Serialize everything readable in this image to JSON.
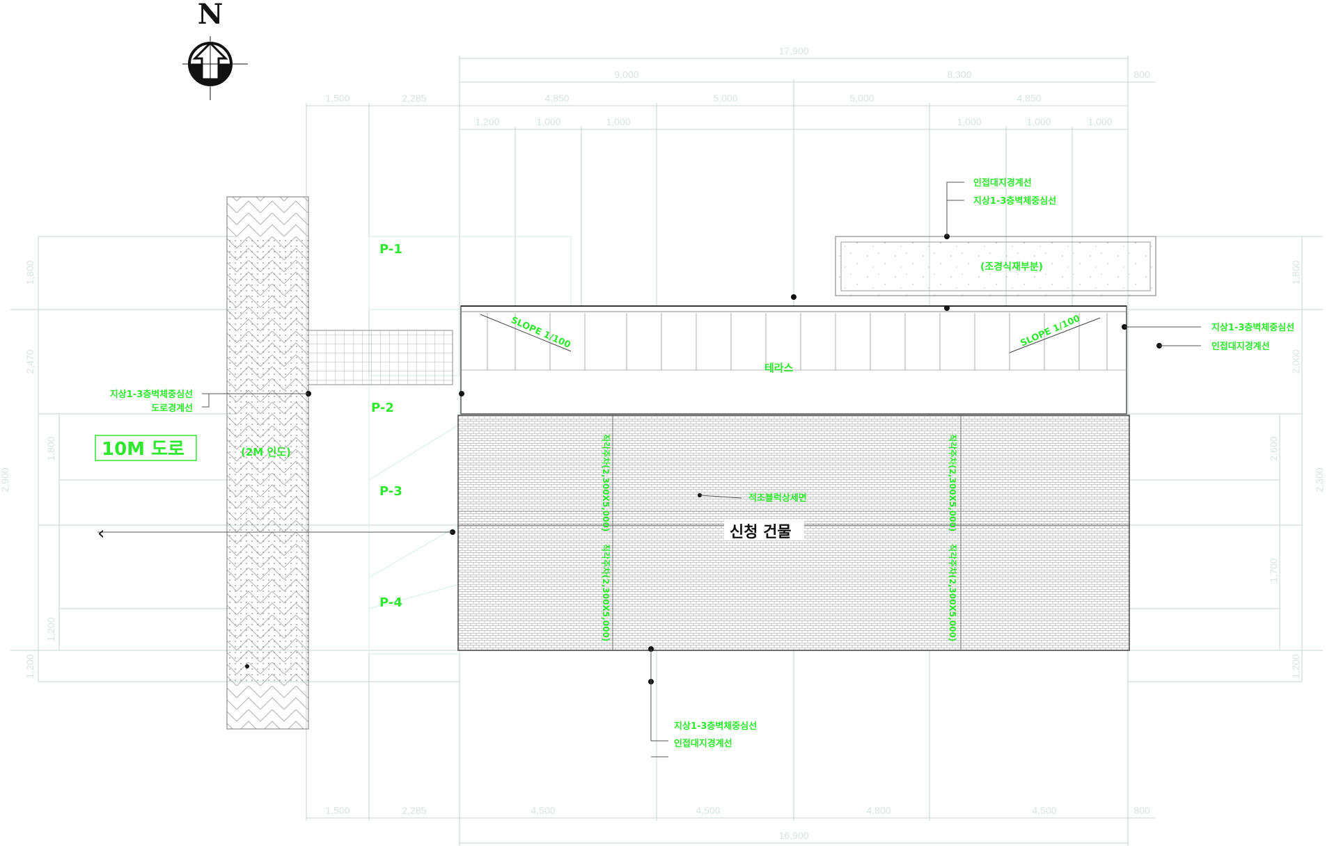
{
  "drawing": {
    "north_letter": "N",
    "building_label": "신청 건물",
    "terrace_label": "테라스",
    "road_label": "10M 도로",
    "sidewalk_label": "(2M 인도)",
    "planting_label": "(조경식재부분)",
    "floor_finish_label": "적조블럭상세면",
    "slope_left": "SLOPE 1/100",
    "slope_right": "SLOPE 1/100",
    "parking": [
      "P-1",
      "P-2",
      "P-3",
      "P-4"
    ],
    "vertical_label": "직각주차(2,300X5,000)",
    "left_back_arrow": "‹",
    "annotations": {
      "top_right_line1": "인접대지경계선",
      "top_right_line2": "지상1-3층벽체중심선",
      "right_line1": "지상1-3층벽체중심선",
      "right_line2": "인접대지경계선",
      "left_line1": "지상1-3층벽체중심선",
      "left_line2": "도로경계선",
      "bottom_line1": "지상1-3층벽체중심선",
      "bottom_line2": "인접대지경계선"
    }
  },
  "dimensions": {
    "top_row1": [
      "17,900"
    ],
    "top_row2": [
      "9,000",
      "8,300",
      "800"
    ],
    "top_row3": [
      "1,500",
      "2,285",
      "4,850",
      "5,000",
      "5,000",
      "4,850"
    ],
    "top_row4": [
      "1,200",
      "1,000",
      "1,000",
      "1,000",
      "1,000",
      "1,000"
    ],
    "bottom_row1": [
      "1,500",
      "2,285",
      "4,500",
      "4,500",
      "4,800",
      "4,500",
      "800"
    ],
    "bottom_row2": [
      "16,900"
    ],
    "left_col": [
      "1,800",
      "2,470",
      "1,800",
      "2,900",
      "1,200",
      "1,200"
    ],
    "right_col": [
      "1,800",
      "2,000",
      "2,600",
      "2,300",
      "1,700",
      "1,200"
    ]
  },
  "colors": {
    "accent_green": "#2ee82e",
    "dim_line": "#d6e4e0",
    "faint_line": "#bfe9e6"
  }
}
